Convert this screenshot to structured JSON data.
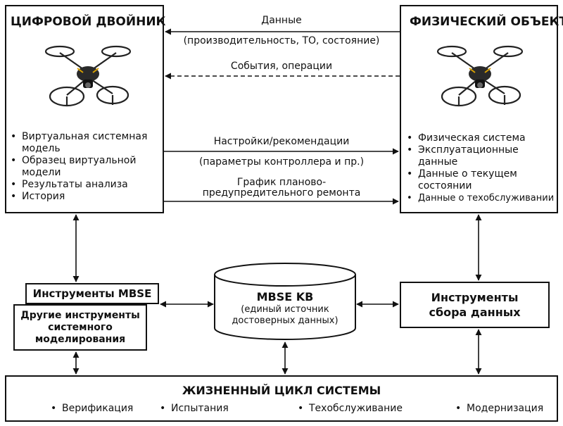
{
  "digital_twin": {
    "title": "ЦИФРОВОЙ ДВОЙНИК",
    "icon": "drone-icon",
    "items": [
      "Виртуальная системная модель",
      "Образец виртуальной модели",
      "Результаты анализа",
      "История"
    ]
  },
  "physical_object": {
    "title": "ФИЗИЧЕСКИЙ ОБЪЕКТ",
    "icon": "drone-icon",
    "items": [
      "Физическая система",
      "Эксплуатационные данные",
      "Данные о текущем состоянии",
      "Данные о техобслуживании"
    ]
  },
  "flows": {
    "data_line1": "Данные",
    "data_line2": "(производительность, ТО, состояние)",
    "events": "События, операции",
    "settings_line1": "Настройки/рекомендации",
    "settings_line2": "(параметры контроллера и пр.)",
    "schedule_line1": "График планово-",
    "schedule_line2": "предупредительного ремонта"
  },
  "mbse_tools": {
    "label": "Инструменты MBSE"
  },
  "other_tools": {
    "line1": "Другие инструменты",
    "line2": "системного",
    "line3": "моделирования"
  },
  "mbse_kb": {
    "title": "MBSE KB",
    "line1": "(единый источник",
    "line2": "достоверных данных)"
  },
  "data_collection": {
    "line1": "Инструменты",
    "line2": "сбора данных"
  },
  "lifecycle": {
    "title": "ЖИЗНЕННЫЙ ЦИКЛ СИСТЕМЫ",
    "items": [
      "Верификация",
      "Испытания",
      "Техобслуживание",
      "Модернизация"
    ]
  }
}
